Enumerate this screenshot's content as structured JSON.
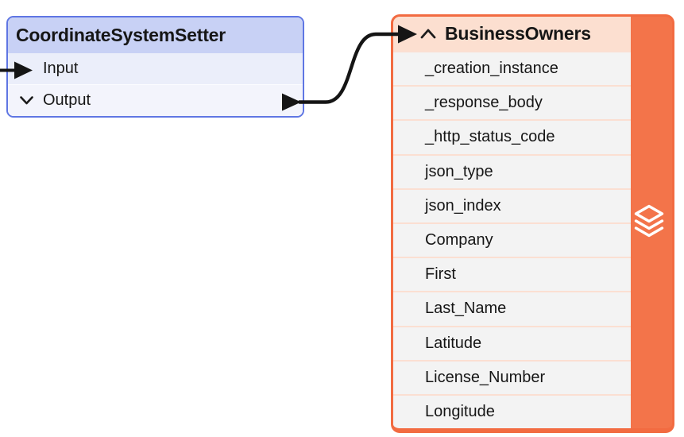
{
  "nodes": {
    "left": {
      "title": "CoordinateSystemSetter",
      "ports": [
        {
          "label": "Input",
          "kind": "input",
          "icon": "arrow-right-icon"
        },
        {
          "label": "Output",
          "kind": "output",
          "icon": "chevron-down-icon"
        }
      ],
      "colors": {
        "border": "#5f76e3",
        "header_bg": "#c8d1f5",
        "input_row_bg": "#ebeefa",
        "output_row_bg": "#f3f4fc"
      }
    },
    "right": {
      "title": "BusinessOwners",
      "header_icon": "chevron-up-icon",
      "side_icon": "layers-icon",
      "attributes": [
        "_creation_instance",
        "_response_body",
        "_http_status_code",
        "json_type",
        "json_index",
        "Company",
        "First",
        "Last_Name",
        "Latitude",
        "License_Number",
        "Longitude"
      ],
      "colors": {
        "border": "#f26b41",
        "band_bg": "#f3744a",
        "header_bg": "#fcdfd0",
        "row_bg": "#f3f3f3",
        "separator": "#fbdfd2"
      }
    }
  },
  "connections": [
    {
      "from": "CoordinateSystemSetter.Output",
      "to": "BusinessOwners",
      "color": "#151515"
    },
    {
      "from": "off-canvas",
      "to": "CoordinateSystemSetter.Input",
      "color": "#151515"
    }
  ]
}
